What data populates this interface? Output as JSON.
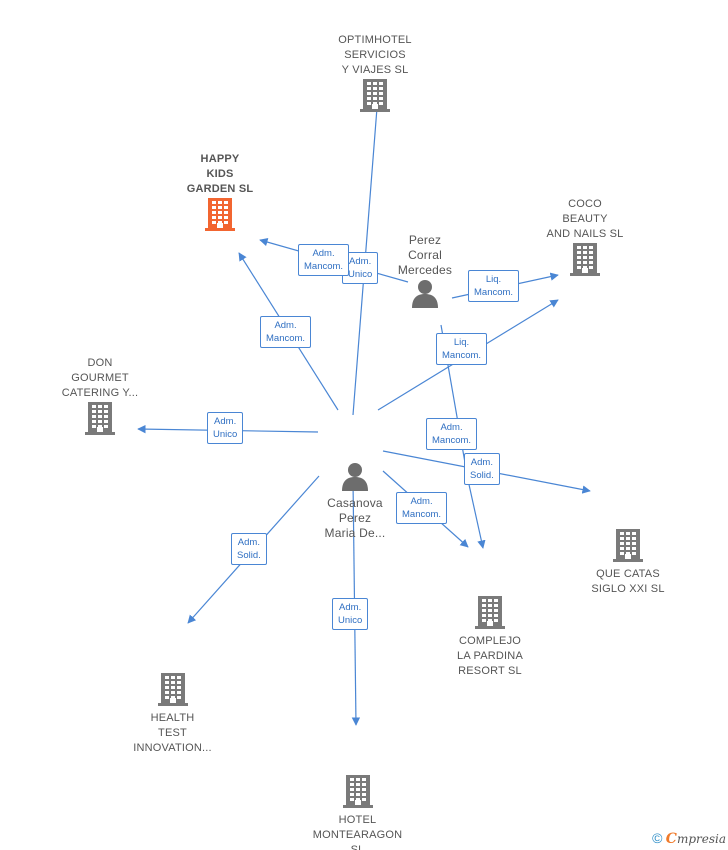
{
  "colors": {
    "edge": "#4a86d4",
    "building": "#7a7a7a",
    "building_highlight": "#f26530",
    "person": "#6d6d6d"
  },
  "nodes": [
    {
      "id": "optimhotel",
      "type": "company",
      "label": "OPTIMHOTEL\nSERVICIOS\nY VIAJES  SL"
    },
    {
      "id": "happy",
      "type": "company",
      "highlight": true,
      "label": "HAPPY\nKIDS\nGARDEN  SL"
    },
    {
      "id": "coco",
      "type": "company",
      "label": "COCO\nBEAUTY\nAND NAILS  SL"
    },
    {
      "id": "don",
      "type": "company",
      "label": "DON\nGOURMET\nCATERING Y..."
    },
    {
      "id": "perez",
      "type": "person",
      "label": "Perez\nCorral\nMercedes"
    },
    {
      "id": "casanova",
      "type": "person",
      "label": "Casanova\nPerez\nMaria De..."
    },
    {
      "id": "quecatas",
      "type": "company",
      "label": "QUE CATAS\nSIGLO XXI SL"
    },
    {
      "id": "complejo",
      "type": "company",
      "label": "COMPLEJO\nLA PARDINA\nRESORT  SL"
    },
    {
      "id": "health",
      "type": "company",
      "label": "HEALTH\nTEST\nINNOVATION..."
    },
    {
      "id": "hotel",
      "type": "company",
      "label": "HOTEL\nMONTEARAGON\nSL"
    }
  ],
  "edges": [
    {
      "from": "casanova",
      "to": "optimhotel",
      "label": "Adm.\nUnico"
    },
    {
      "from": "perez",
      "to": "happy",
      "label": "Adm.\nMancom."
    },
    {
      "from": "casanova",
      "to": "happy",
      "label": "Adm.\nMancom."
    },
    {
      "from": "perez",
      "to": "coco",
      "label": "Liq.\nMancom."
    },
    {
      "from": "casanova",
      "to": "coco",
      "label": "Liq.\nMancom."
    },
    {
      "from": "casanova",
      "to": "don",
      "label": "Adm.\nUnico"
    },
    {
      "from": "perez",
      "to": "complejo",
      "label": "Adm.\nMancom."
    },
    {
      "from": "casanova",
      "to": "quecatas",
      "label": "Adm.\nSolid."
    },
    {
      "from": "casanova",
      "to": "complejo",
      "label": "Adm.\nMancom."
    },
    {
      "from": "casanova",
      "to": "health",
      "label": "Adm.\nSolid."
    },
    {
      "from": "casanova",
      "to": "hotel",
      "label": "Adm.\nUnico"
    }
  ],
  "footer": {
    "copyright": "©",
    "brand_initial": "C",
    "brand_rest": "mpresia"
  }
}
